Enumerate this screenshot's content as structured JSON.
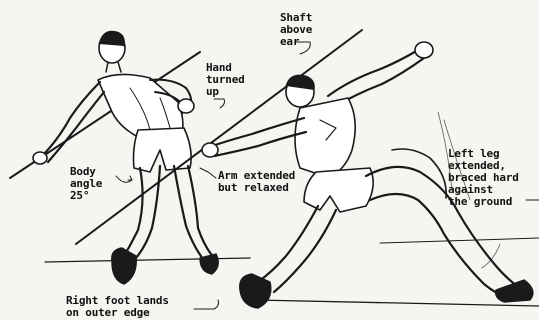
{
  "labels": {
    "shaft_above_ear": "Shaft\nabove\near",
    "hand_turned_up": "Hand\nturned\nup",
    "body_angle": "Body\nangle\n25°",
    "arm_extended": "Arm extended\nbut relaxed",
    "left_leg": "Left leg\nextended,\nbraced hard\nagainst\nthe ground",
    "right_foot": "Right foot lands\non outer edge"
  },
  "colors": {
    "ink": "#1a1a1a",
    "paper": "#f6f5f1"
  }
}
